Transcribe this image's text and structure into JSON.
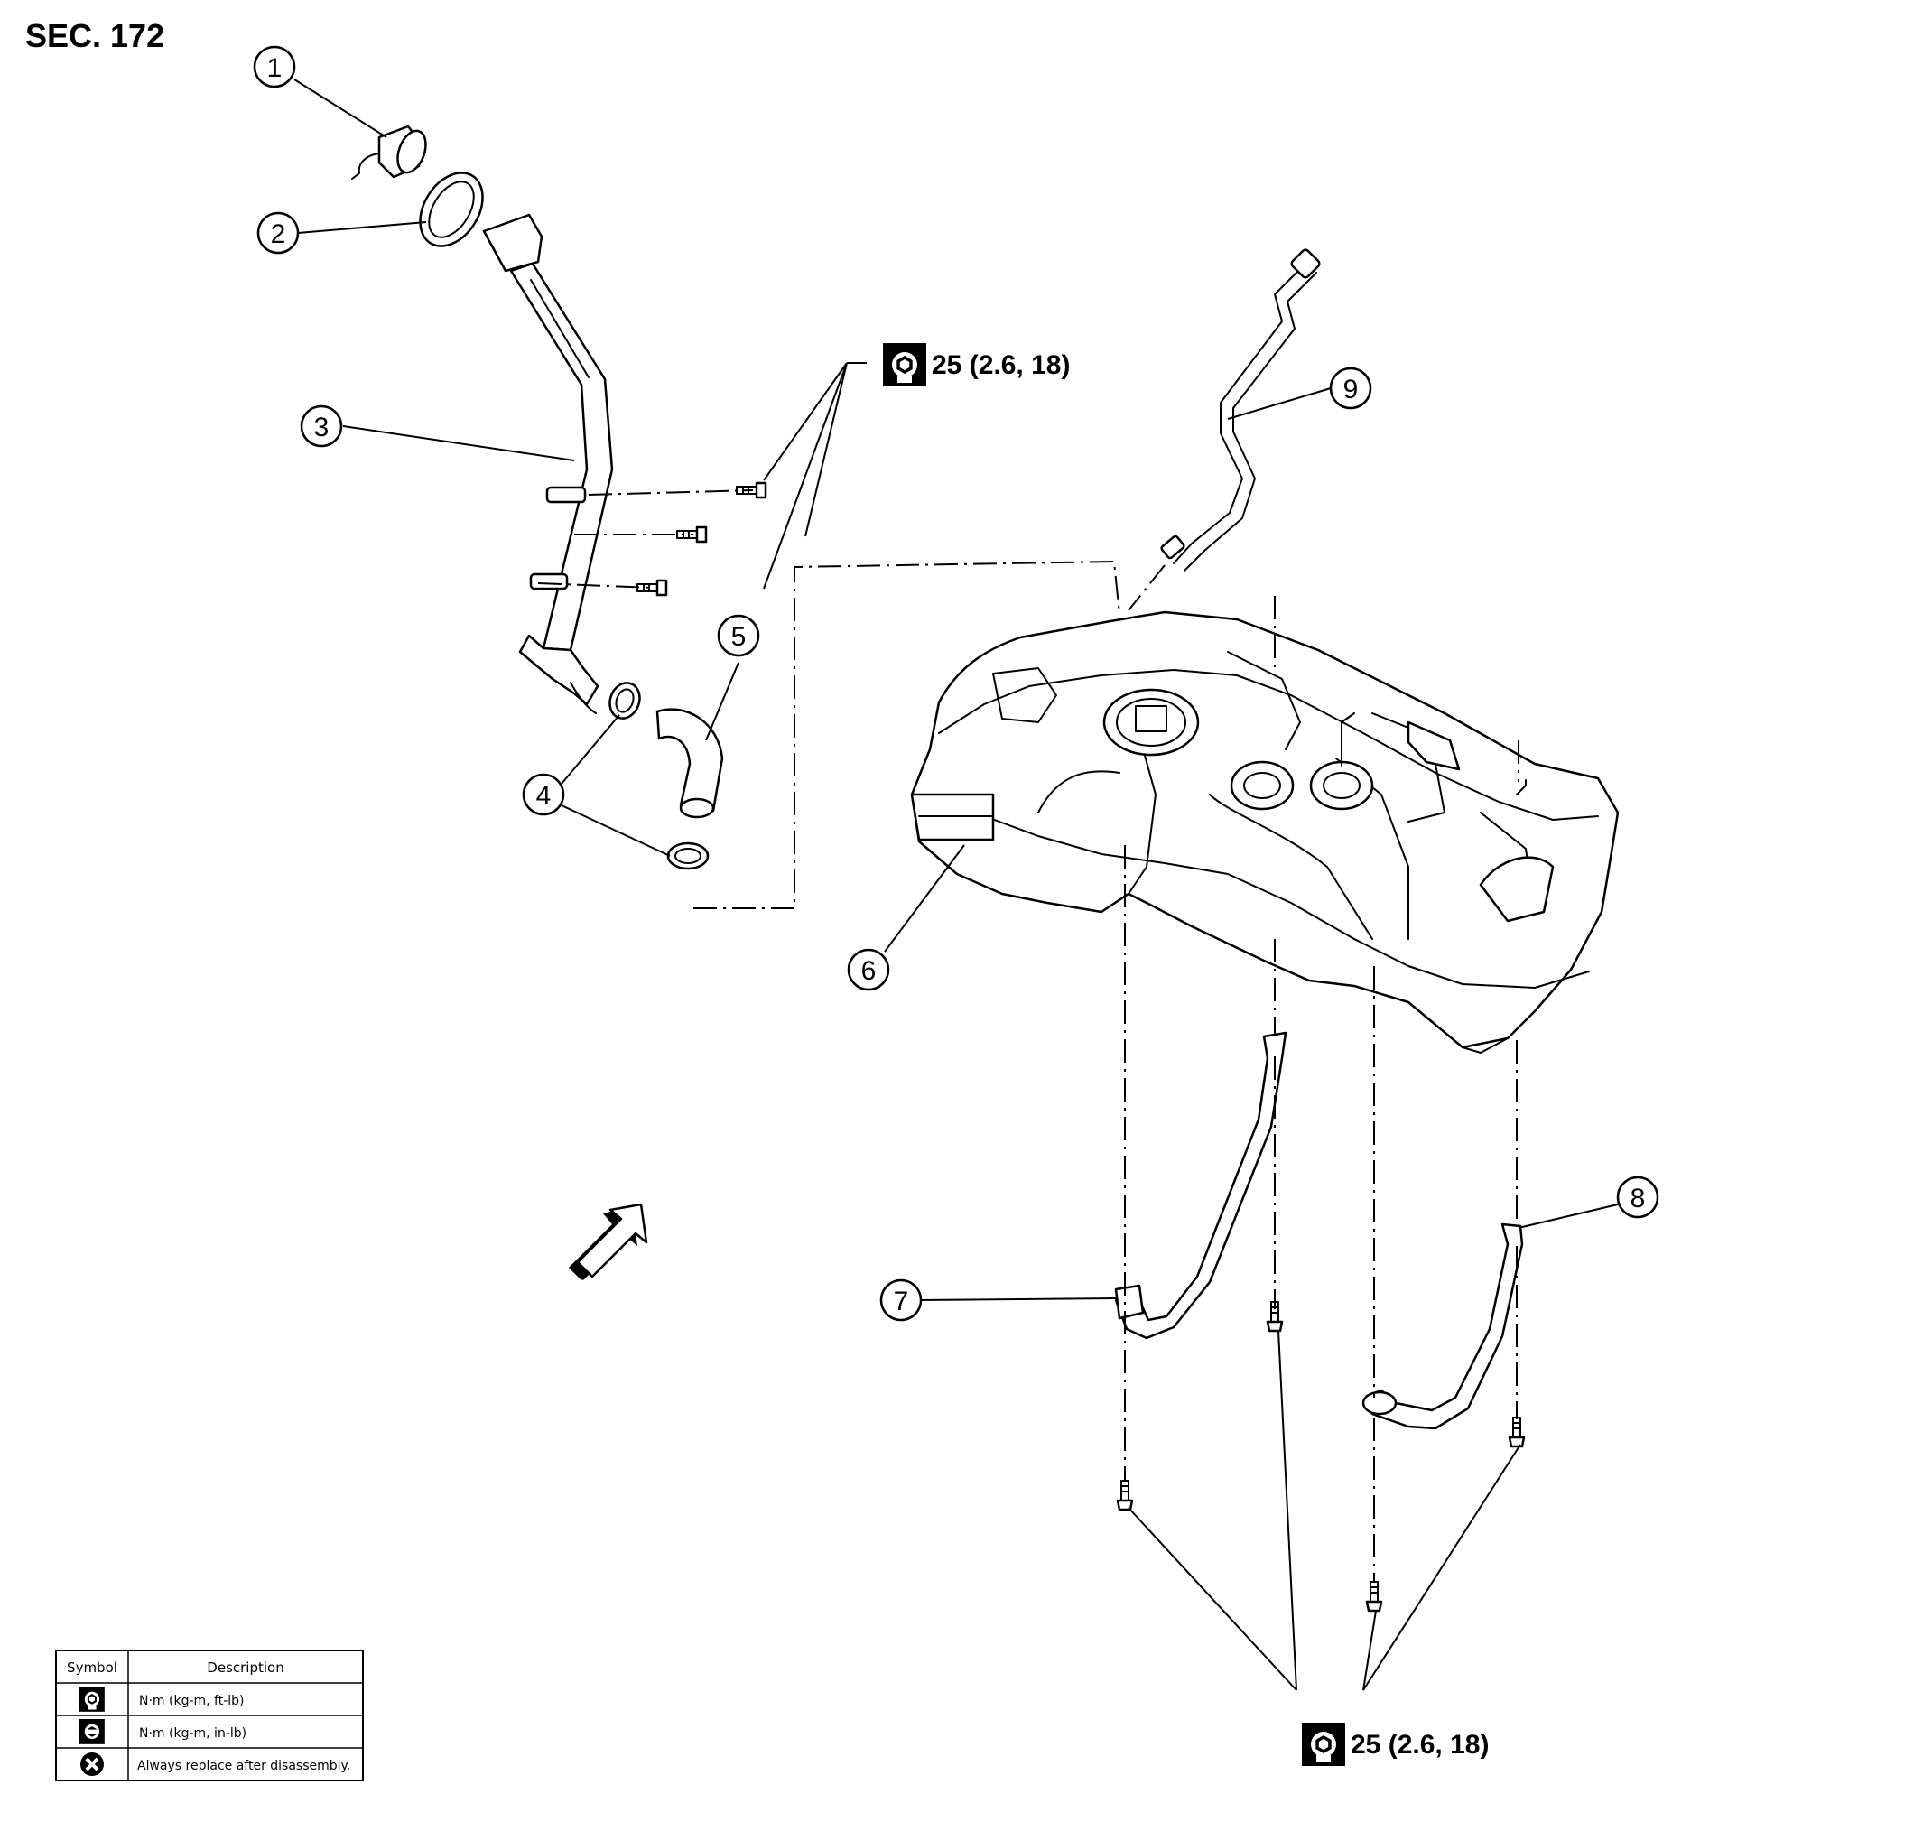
{
  "section_label": "SEC. 172",
  "callouts": [
    {
      "number": "1",
      "part": "fuel-filler-cap"
    },
    {
      "number": "2",
      "part": "filler-gasket"
    },
    {
      "number": "3",
      "part": "fuel-filler-tube"
    },
    {
      "number": "4",
      "part": "hose-clamp"
    },
    {
      "number": "5",
      "part": "filler-hose"
    },
    {
      "number": "6",
      "part": "fuel-tank"
    },
    {
      "number": "7",
      "part": "tank-mounting-band"
    },
    {
      "number": "8",
      "part": "tank-mounting-band"
    },
    {
      "number": "9",
      "part": "vapor-vent-tube"
    }
  ],
  "torque_specs": [
    {
      "value": "25 (2.6, 18)",
      "icon": "torque-wrench-icon"
    },
    {
      "value": "25 (2.6, 18)",
      "icon": "torque-wrench-icon"
    }
  ],
  "legend": {
    "headers": {
      "symbol": "Symbol",
      "description": "Description"
    },
    "rows": [
      {
        "icon": "torque-nm-kgm-ftlb-icon",
        "description": "N·m (kg-m, ft-lb)"
      },
      {
        "icon": "torque-nm-kgm-inlb-icon",
        "description": "N·m (kg-m, in-lb)"
      },
      {
        "icon": "always-replace-icon",
        "description": "Always replace after disassembly."
      }
    ]
  },
  "front_arrow": {
    "icon": "front-direction-arrow-icon"
  },
  "colors": {
    "line": "#000000",
    "background": "#ffffff"
  }
}
